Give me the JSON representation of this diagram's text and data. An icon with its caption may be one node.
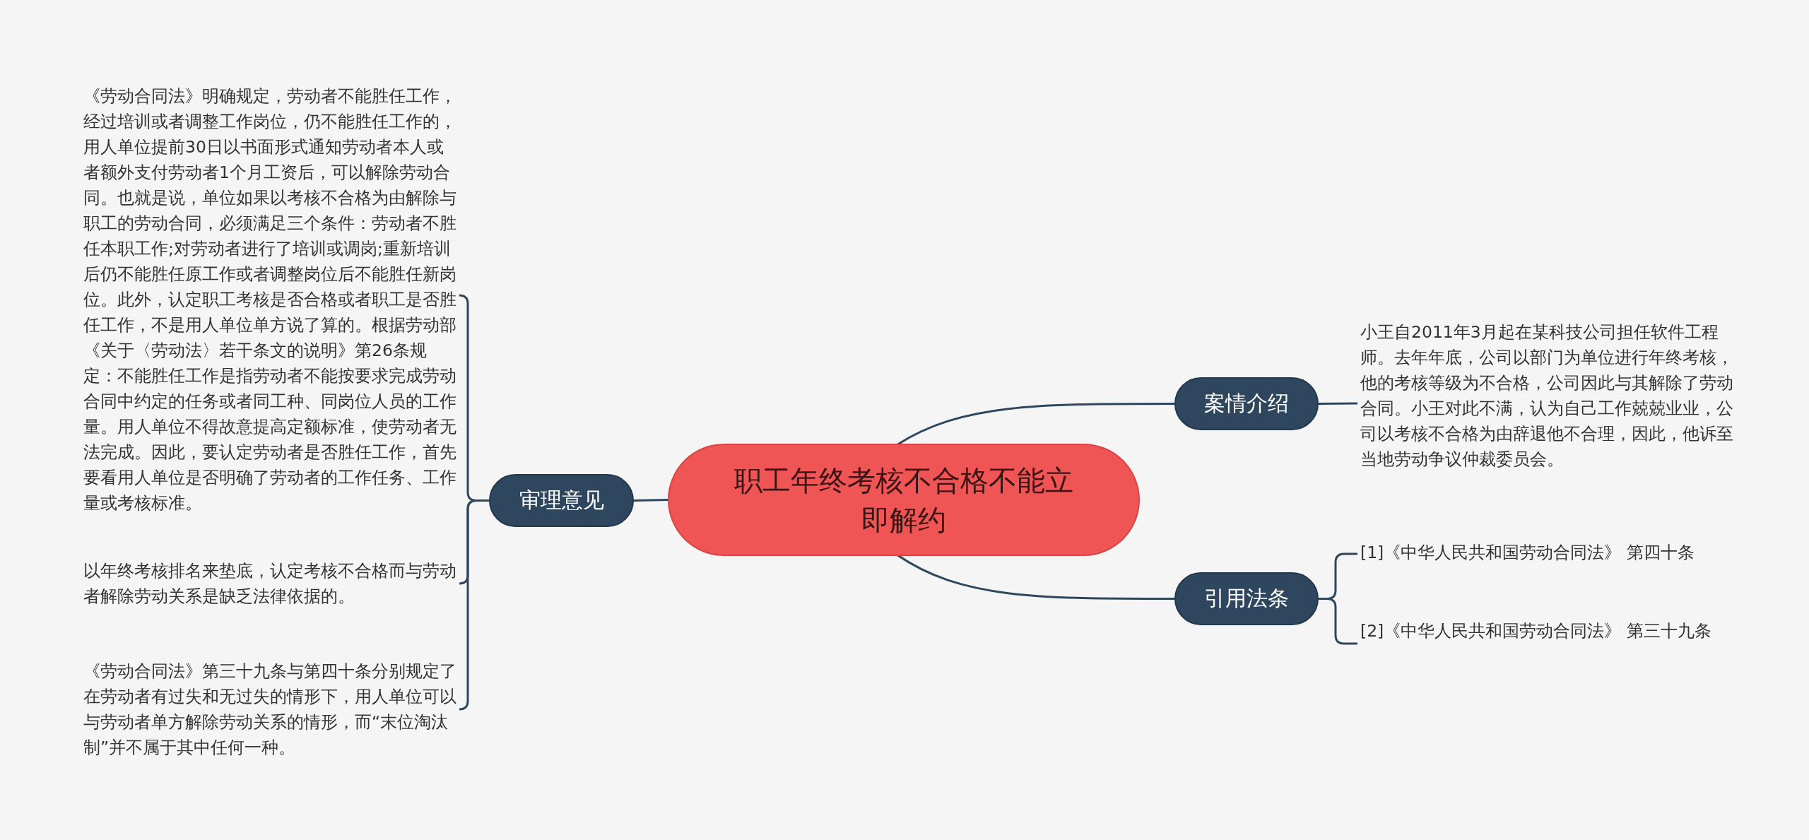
{
  "diagram": {
    "nodes": [
      {
        "text": [
          "职工年终考核不合格不能立即解约"
        ]
      },
      {
        "text": [
          "审理意见"
        ]
      },
      {
        "text": [
          "《劳动合同法》明确规定，劳动者不能胜任工作，经过培训或者调整工作岗位，仍不能胜任工作的，用人单位提前30日以书面形式通知劳动者本人或者额外支付劳动者1个月工资后，可以解除劳动合同。也就是说，单位如果以考核不合格为由解除与职工的劳动合同，必须满足三个条件：劳动者不胜任本职工作;对劳动者进行了培训或调岗;重新培训后仍不能胜任原工作或者调整岗位后不能胜任新岗位。此外，认定职工考核是否合格或者职工是否胜任工作，不是用人单位单方说了算的。根据劳动部《关于〈劳动法〉若干条文的说明》第26条规定：不能胜任工作是指劳动者不能按要求完成劳动合同中约定的任务或者同工种、同岗位人员的工作量。用人单位不得故意提高定额标准，使劳动者无法完成。因此，要认定劳动者是否胜任工作，首先要看用人单位是否明确了劳动者的工作任务、工作量或考核标准。"
        ]
      },
      {
        "text": [
          "以年终考核排名来垫底，认定考核不合格而与劳动者解除劳动关系是缺乏法律依据的。"
        ]
      },
      {
        "text": [
          "《劳动合同法》第三十九条与第四十条分别规定了在劳动者有过失和无过失的情形下，用人单位可以与劳动者单方解除劳动关系的情形，而“末位淘汰制”并不属于其中任何一种。"
        ]
      },
      {
        "text": [
          "案情介绍"
        ]
      },
      {
        "text": [
          "小王自2011年3月起在某科技公司担任软件工程师。去年年底，公司以部门为单位进行年终考核，他的考核等级为不合格，公司因此与其解除了劳动合同。小王对此不满，认为自己工作兢兢业业，公司以考核不合格为由辞退他不合理，因此，他诉至当地劳动争议仲裁委员会。"
        ]
      },
      {
        "text": [
          "引用法条"
        ]
      },
      {
        "text": [
          "[1]《中华人民共和国劳动合同法》 第四十条"
        ]
      },
      {
        "text": [
          "[2]《中华人民共和国劳动合同法》 第三十九条"
        ]
      }
    ],
    "edges": [
      {
        "from": 0,
        "to": 1,
        "arrow": "none"
      },
      {
        "from": 1,
        "to": 2,
        "arrow": "none"
      },
      {
        "from": 1,
        "to": 3,
        "arrow": "none"
      },
      {
        "from": 1,
        "to": 4,
        "arrow": "none"
      },
      {
        "from": 0,
        "to": 5,
        "arrow": "none"
      },
      {
        "from": 5,
        "to": 6,
        "arrow": "none"
      },
      {
        "from": 0,
        "to": 7,
        "arrow": "none"
      },
      {
        "from": 7,
        "to": 8,
        "arrow": "none"
      },
      {
        "from": 7,
        "to": 9,
        "arrow": "none"
      }
    ]
  }
}
